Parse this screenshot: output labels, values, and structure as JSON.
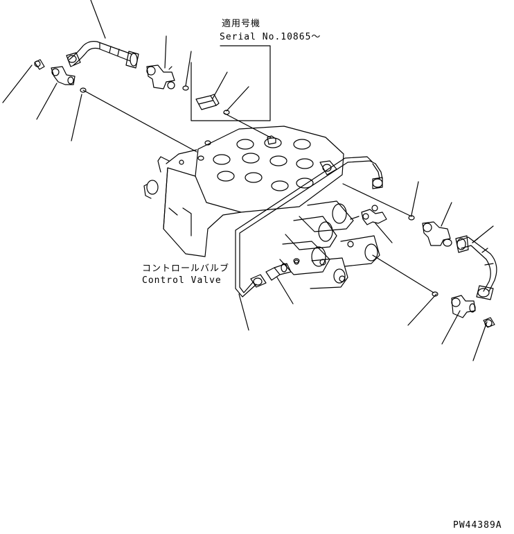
{
  "serial_box": {
    "jp_label": "適用号機",
    "serial_label": "Serial No.10865～"
  },
  "control_valve": {
    "jp_label": "コントロールバルブ",
    "en_label": "Control Valve"
  },
  "drawing_code": "PW44389A",
  "colors": {
    "line": "#000000",
    "background": "#ffffff"
  }
}
